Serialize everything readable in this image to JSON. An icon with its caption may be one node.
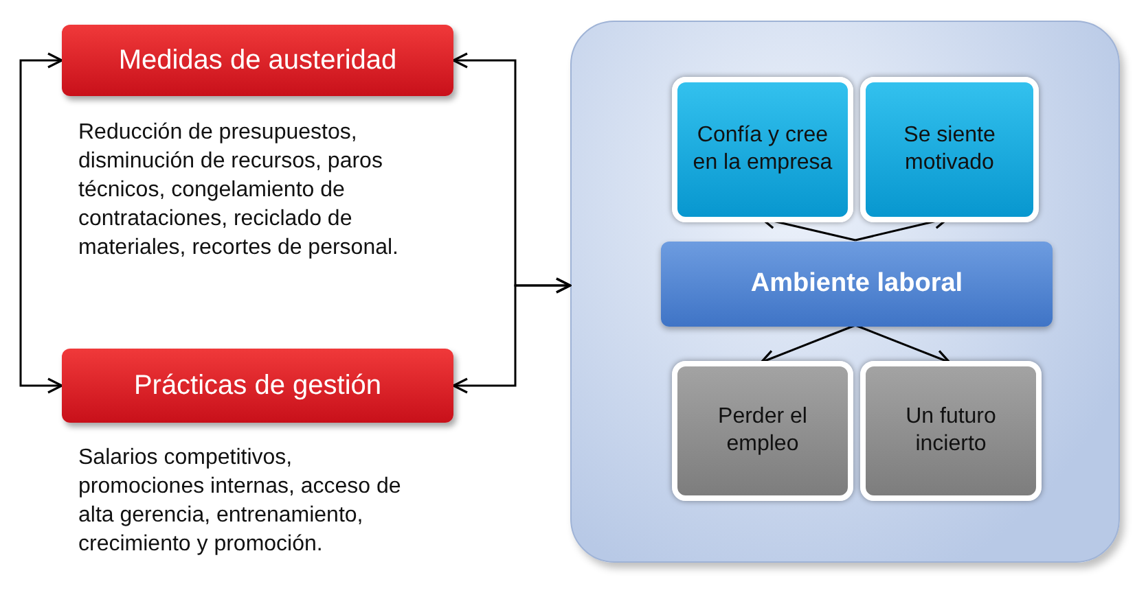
{
  "diagram": {
    "nodes": [
      {
        "text": [
          "Medidas de austeridad"
        ],
        "beside": [
          "Reducción de presupuestos, disminución de recursos, paros técnicos, congelamiento de contrataciones, reciclado de materiales, recortes de personal."
        ]
      },
      {
        "text": [
          "Prácticas de gestión"
        ],
        "beside": [
          "Salarios competitivos, promociones internas, acceso de alta gerencia, entrenamiento, crecimiento y promoción."
        ]
      },
      {
        "text": [],
        "shape": "box"
      },
      {
        "text": [
          "Confía y cree en la empresa"
        ],
        "in": 2
      },
      {
        "text": [
          "Se siente motivado"
        ],
        "in": 2
      },
      {
        "text": [
          "Ambiente laboral"
        ],
        "in": 2
      },
      {
        "text": [
          "Perder el empleo"
        ],
        "in": 2
      },
      {
        "text": [
          "Un futuro incierto"
        ],
        "in": 2
      }
    ],
    "edges": [
      {
        "from": 0,
        "to": 1,
        "arrow": "both"
      },
      {
        "from": 0,
        "to": 2,
        "arrow": "both"
      },
      {
        "from": 1,
        "to": 2,
        "arrow": "both"
      },
      {
        "from": 5,
        "to": 3,
        "arrow": "to"
      },
      {
        "from": 5,
        "to": 4,
        "arrow": "to"
      },
      {
        "from": 5,
        "to": 6,
        "arrow": "to"
      },
      {
        "from": 5,
        "to": 7,
        "arrow": "to"
      }
    ]
  }
}
